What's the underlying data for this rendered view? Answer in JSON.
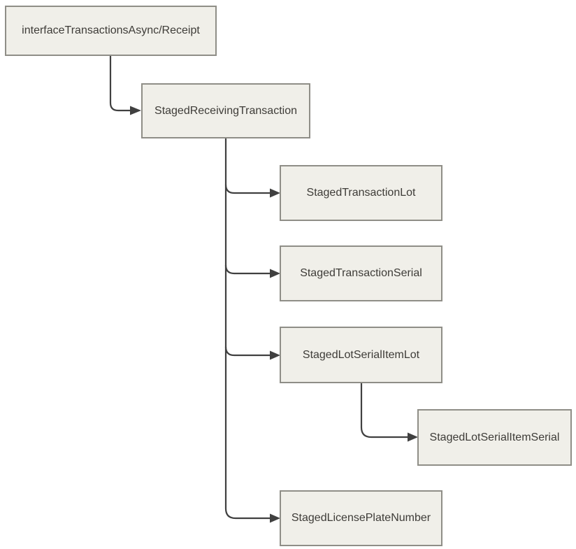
{
  "colors": {
    "background": "#ffffff",
    "node_fill": "#f0efe9",
    "node_border": "#8f8e87",
    "connector": "#404040",
    "text": "#3e3c38"
  },
  "nodes": [
    {
      "id": "interfaceTransactionsAsync/Receipt",
      "label": "interfaceTransactionsAsync/Receipt"
    },
    {
      "id": "StagedReceivingTransaction",
      "label": "StagedReceivingTransaction"
    },
    {
      "id": "StagedTransactionLot",
      "label": "StagedTransactionLot"
    },
    {
      "id": "StagedTransactionSerial",
      "label": "StagedTransactionSerial"
    },
    {
      "id": "StagedLotSerialItemLot",
      "label": "StagedLotSerialItemLot"
    },
    {
      "id": "StagedLotSerialItemSerial",
      "label": "StagedLotSerialItemSerial"
    },
    {
      "id": "StagedLicensePlateNumber",
      "label": "StagedLicensePlateNumber"
    }
  ],
  "edges": [
    {
      "from": "interfaceTransactionsAsync/Receipt",
      "to": "StagedReceivingTransaction"
    },
    {
      "from": "StagedReceivingTransaction",
      "to": "StagedTransactionLot"
    },
    {
      "from": "StagedReceivingTransaction",
      "to": "StagedTransactionSerial"
    },
    {
      "from": "StagedReceivingTransaction",
      "to": "StagedLotSerialItemLot"
    },
    {
      "from": "StagedLotSerialItemLot",
      "to": "StagedLotSerialItemSerial"
    },
    {
      "from": "StagedReceivingTransaction",
      "to": "StagedLicensePlateNumber"
    }
  ]
}
